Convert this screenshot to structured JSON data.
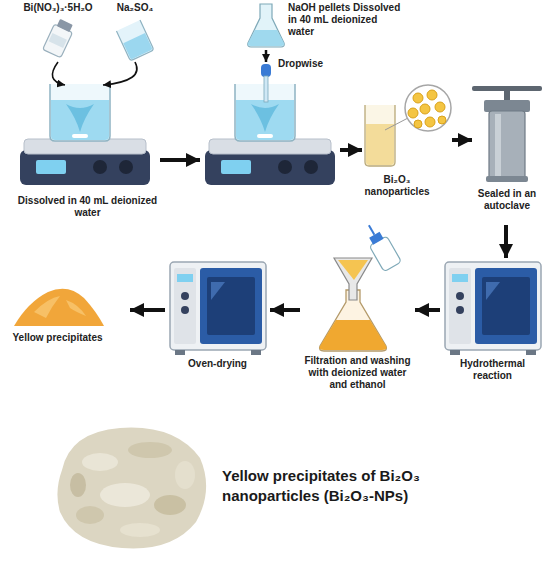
{
  "diagram": {
    "caption": "Yellow precipitates of Bi₂O₃ nanoparticles (Bi₂O₃-NPs)",
    "nodes": [
      {
        "text": [
          "Bi(NO₃)₃·5H₂O"
        ]
      },
      {
        "text": [
          "Na₂SO₄"
        ]
      },
      {
        "text": [
          "Dissolved in 40 mL deionized water"
        ]
      },
      {
        "text": [
          "NaOH pellets Dissolved in 40 mL deionized water",
          "Dropwise"
        ]
      },
      {
        "text": [
          "Bi₂O₃ nanoparticles"
        ]
      },
      {
        "text": [
          "Sealed in an autoclave"
        ]
      },
      {
        "text": [
          "Hydrothermal reaction"
        ]
      },
      {
        "text": [
          "Filtration and washing with deionized water and ethanol"
        ]
      },
      {
        "text": [
          "Oven-drying"
        ]
      },
      {
        "text": [
          "Yellow precipitates"
        ]
      }
    ],
    "edges": [
      {
        "from": 0,
        "to": 2,
        "arrow": "to"
      },
      {
        "from": 1,
        "to": 2,
        "arrow": "to"
      },
      {
        "from": 2,
        "to": 3,
        "arrow": "to"
      },
      {
        "from": 3,
        "to": 4,
        "arrow": "to"
      },
      {
        "from": 4,
        "to": 5,
        "arrow": "to"
      },
      {
        "from": 5,
        "to": 6,
        "arrow": "to"
      },
      {
        "from": 6,
        "to": 7,
        "arrow": "to"
      },
      {
        "from": 7,
        "to": 8,
        "arrow": "to"
      },
      {
        "from": 8,
        "to": 9,
        "arrow": "to"
      }
    ]
  }
}
